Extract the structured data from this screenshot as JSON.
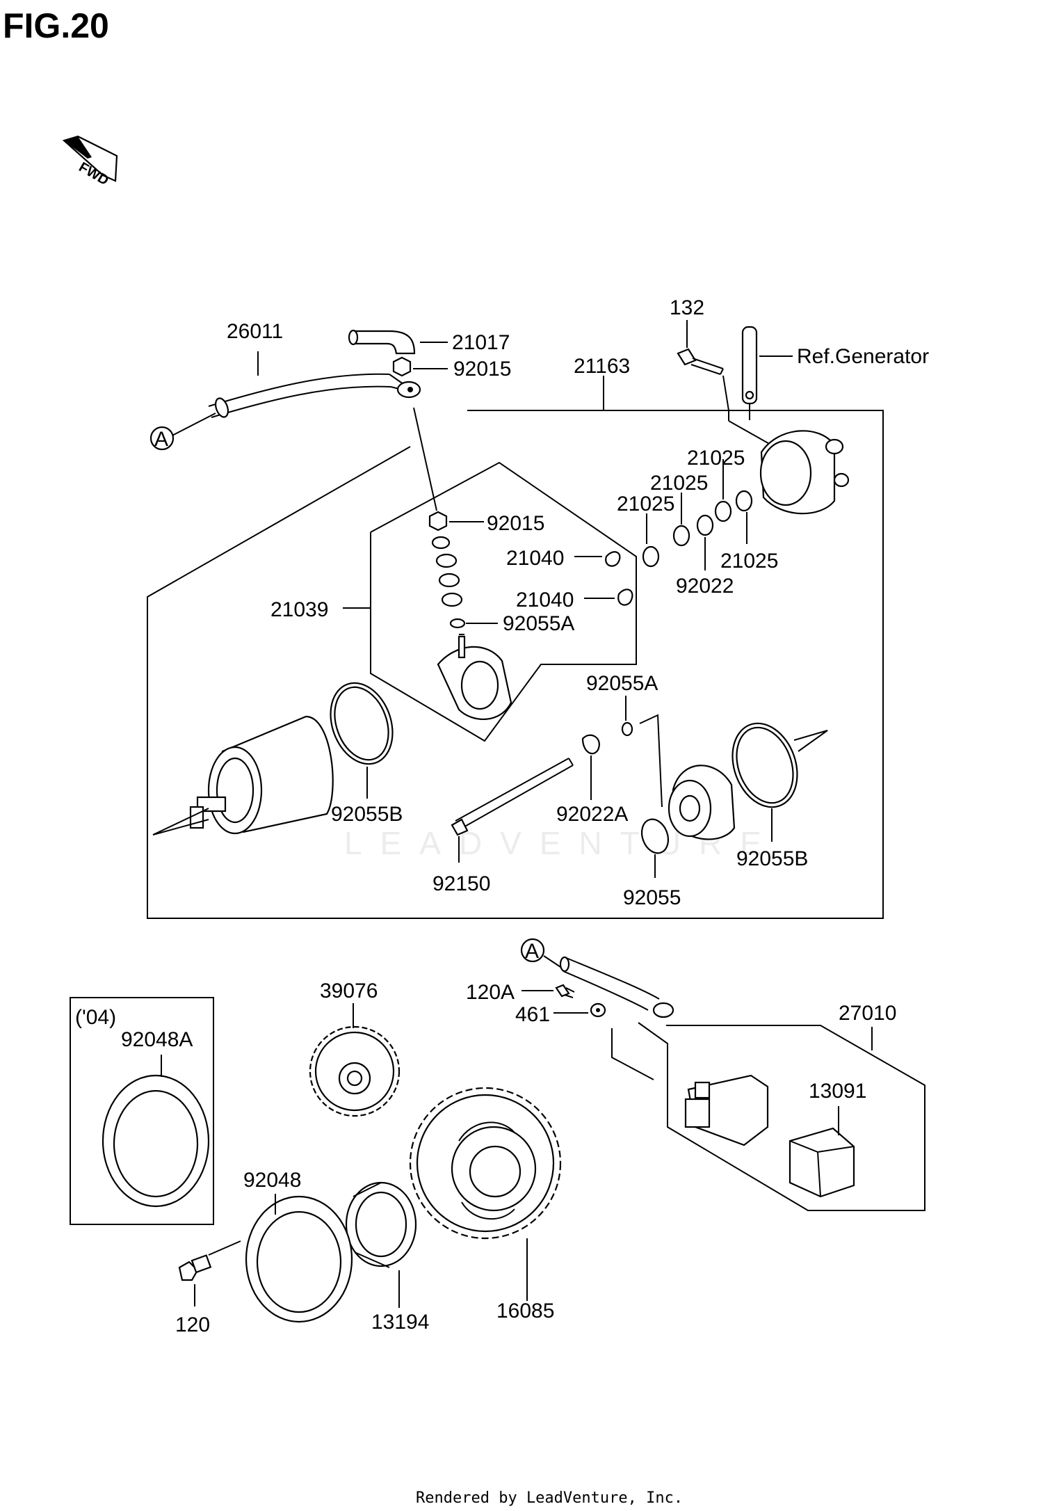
{
  "figure": {
    "title": "FIG.20",
    "fwd_label": "FWD",
    "watermark": "LEADVENTURE",
    "footer": "Rendered by LeadVenture, Inc."
  },
  "callouts": {
    "ref_a_top": "A",
    "ref_a_bottom": "A",
    "p26011": "26011",
    "p21017": "21017",
    "p92015_top": "92015",
    "p132": "132",
    "ref_generator": "Ref.Generator",
    "p21163": "21163",
    "p21025_a": "21025",
    "p21025_b": "21025",
    "p21025_c": "21025",
    "p21025_d": "21025",
    "p92015_mid": "92015",
    "p21040_a": "21040",
    "p92022": "92022",
    "p21040_b": "21040",
    "p21039": "21039",
    "p92055A_a": "92055A",
    "p92055A_b": "92055A",
    "p92055B_left": "92055B",
    "p92022A": "92022A",
    "p92150": "92150",
    "p92055": "92055",
    "p92055B_right": "92055B",
    "p120A": "120A",
    "p461": "461",
    "p27010": "27010",
    "p13091": "13091",
    "p39076": "39076",
    "year_04": "('04)",
    "p92048A": "92048A",
    "p92048": "92048",
    "p120": "120",
    "p13194": "13194",
    "p16085": "16085"
  },
  "colors": {
    "line": "#000000",
    "background": "#ffffff",
    "watermark": "#ececec"
  }
}
